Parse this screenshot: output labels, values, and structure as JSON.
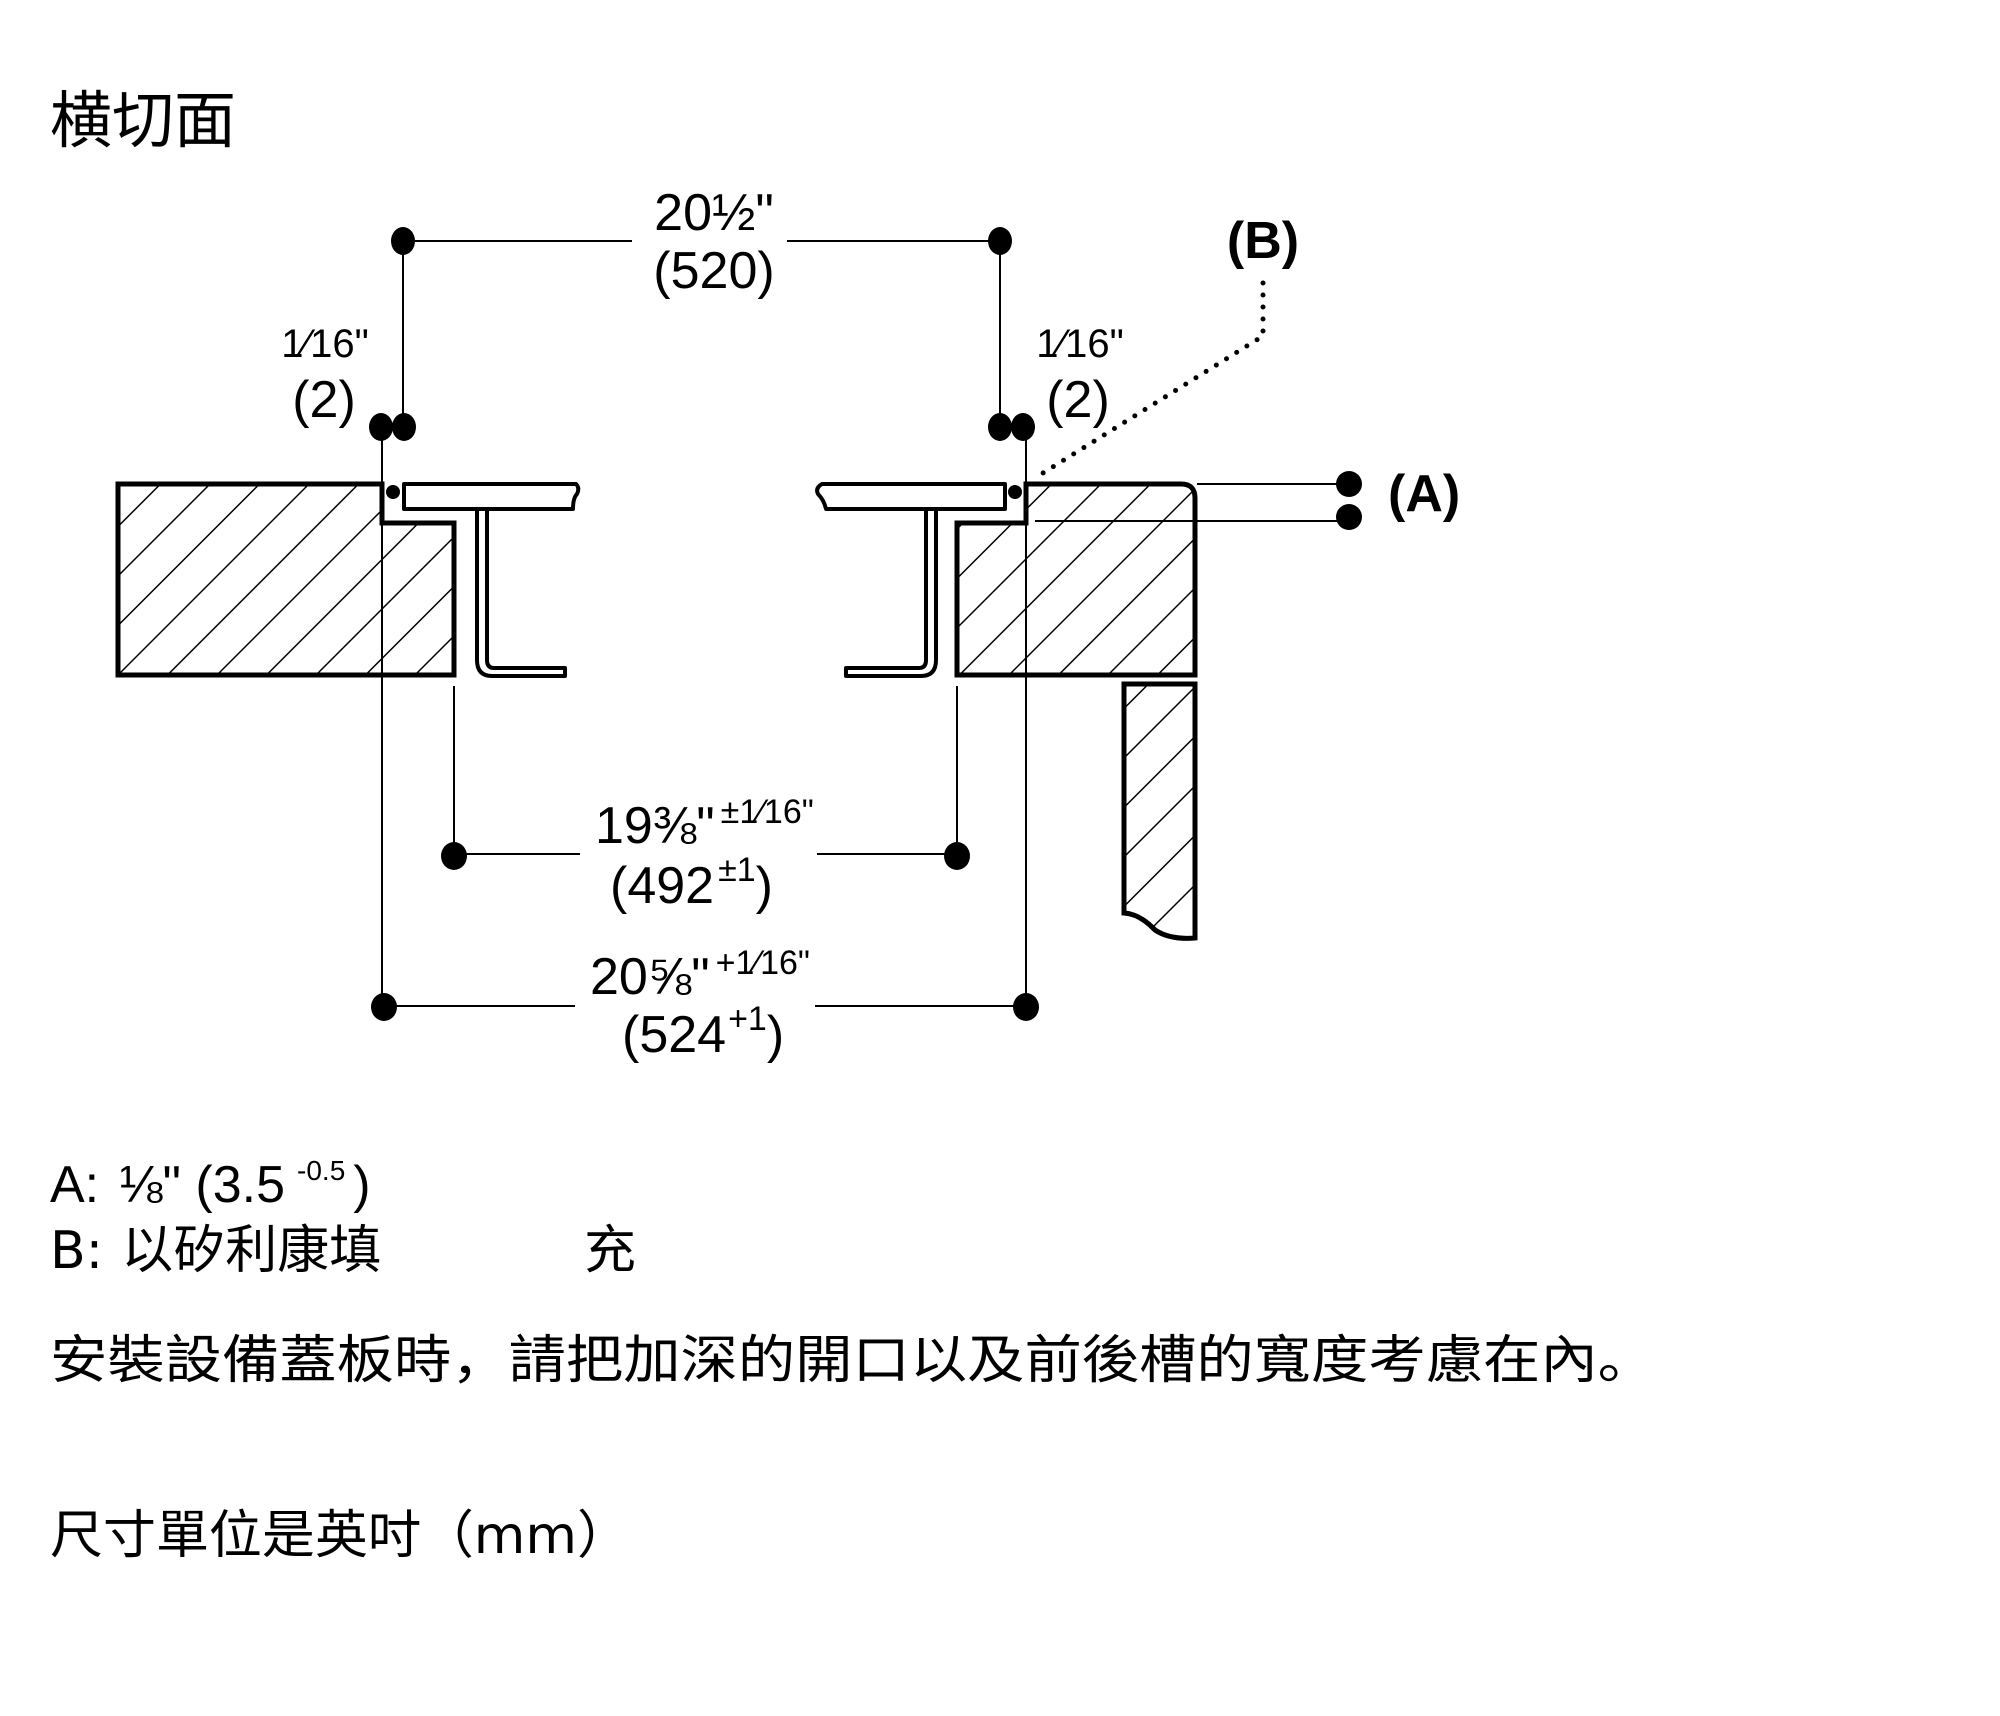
{
  "title": "横切面",
  "dimensions": {
    "top_width": {
      "inch": "20½\"",
      "mm": "(520)"
    },
    "left_gap": {
      "inch": "1⁄16\"",
      "mm": "(2)"
    },
    "right_gap": {
      "inch": "1⁄16\"",
      "mm": "(2)"
    },
    "cutout_width": {
      "inch": "19⅜\"",
      "inch_tol": "±1⁄16\"",
      "mm_open": "(492",
      "mm_tol": "±1",
      "mm_close": ")"
    },
    "overall_width": {
      "inch": "20⅝\"",
      "inch_tol": "+1⁄16\"",
      "mm_open": "(524",
      "mm_tol": "+1",
      "mm_close": ")"
    }
  },
  "callouts": {
    "a": "(A)",
    "b": "(B)"
  },
  "legend": {
    "a_label": "A:",
    "a_value": "⅛\" (3.5",
    "a_tol": "-0.5",
    "a_close": ")",
    "b_label": "B:",
    "b_value": "以矽利康填",
    "b_value_tail": "充"
  },
  "notes": {
    "install": "安裝設備蓋板時，請把加深的開口以及前後槽的寬度考慮在內。",
    "units": "尺寸單位是英吋（mm）"
  }
}
